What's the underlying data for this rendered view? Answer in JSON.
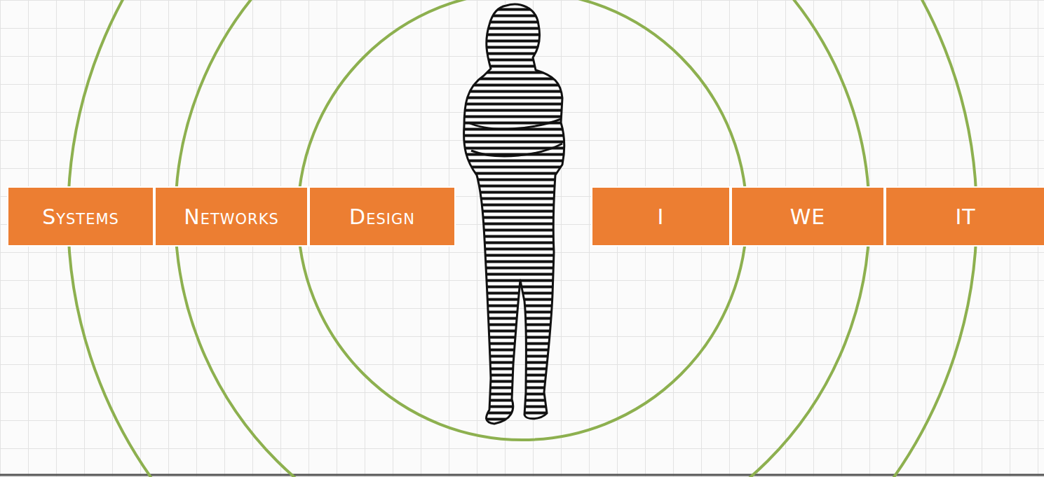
{
  "diagram": {
    "nodes": [
      {
        "text": [
          "Systems"
        ]
      },
      {
        "text": [
          "Networks"
        ]
      },
      {
        "text": [
          "Design"
        ]
      },
      {
        "text": [
          "I"
        ]
      },
      {
        "text": [
          "WE"
        ]
      },
      {
        "text": [
          "IT"
        ]
      }
    ]
  }
}
